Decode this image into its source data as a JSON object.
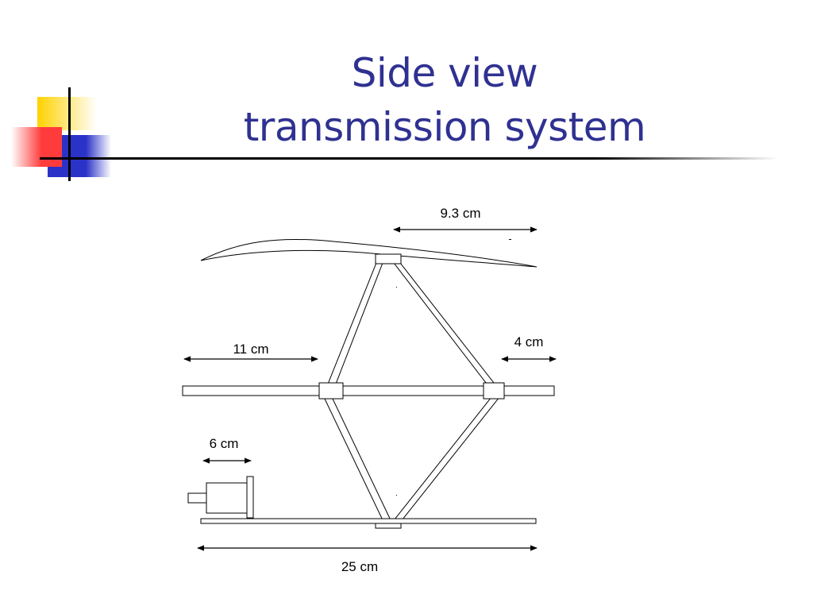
{
  "title": {
    "line1": "Side view",
    "line2": "transmission system"
  },
  "colors": {
    "title": "#2f3191",
    "accent_yellow": "#ffd200",
    "accent_red": "#ff3b3b",
    "accent_blue": "#2b32c8"
  },
  "dimensions": {
    "top_span": "9.3 cm",
    "left_span": "11 cm",
    "right_span": "4 cm",
    "motor_span": "6 cm",
    "base_span": "25 cm"
  }
}
